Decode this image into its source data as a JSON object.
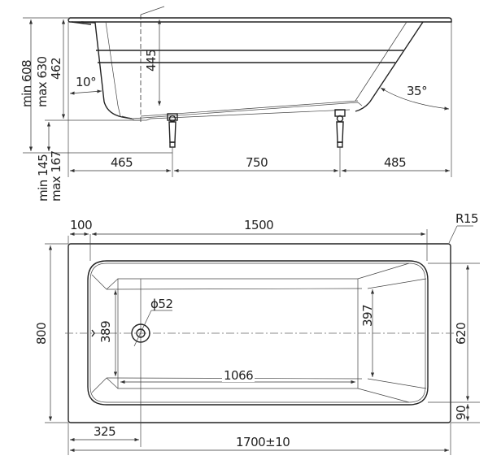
{
  "side_view": {
    "heights": {
      "min_total": "min 608",
      "max_total": "max 630",
      "tub_height": "462",
      "inner_depth": "445",
      "min_leg": "min 145",
      "max_leg": "max 167"
    },
    "angles": {
      "head_angle": "10°",
      "back_angle": "35°"
    },
    "leg_positions": {
      "left_offset": "465",
      "leg_spacing": "750",
      "right_offset": "485"
    }
  },
  "top_view": {
    "rim_width": "100",
    "inner_length": "1500",
    "corner_radius": "R15",
    "total_width": "800",
    "inner_width": "620",
    "rim_side": "90",
    "head_width": "389",
    "foot_width": "397",
    "drain_diameter": "ϕ52",
    "bottom_length": "1066",
    "drain_offset": "325",
    "total_length": "1700±10"
  },
  "colors": {
    "line": "#222222",
    "background": "#ffffff"
  }
}
